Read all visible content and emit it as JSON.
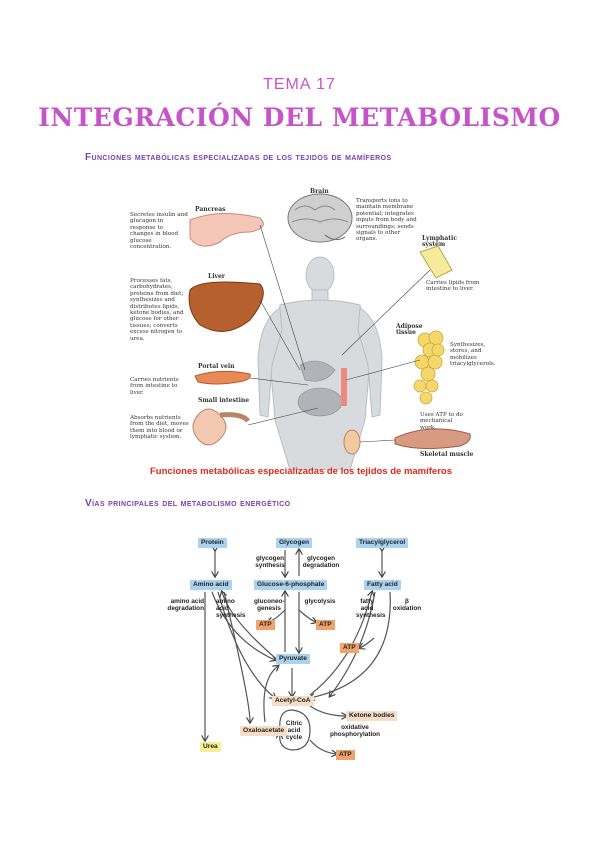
{
  "header": {
    "tema": "TEMA 17",
    "title": "INTEGRACIÓN DEL METABOLISMO"
  },
  "section1": {
    "heading": "Funciones metabólicas especializadas de los tejidos de mamíferos",
    "caption": "Funciones metabólicas especializadas de los tejidos de mamíferos",
    "organs": {
      "pancreas": {
        "name": "Pancreas",
        "text": "Secretes insulin and glucagon in response to changes in blood glucose concentration."
      },
      "liver": {
        "name": "Liver",
        "text": "Processes fats, carbohydrates, proteins from diet; synthesizes and distributes lipids, ketone bodies, and glucose for other tissues; converts excess nitrogen to urea."
      },
      "portal_vein": {
        "name": "Portal vein",
        "text": "Carries nutrients from intestine to liver."
      },
      "small_intestine": {
        "name": "Small intestine",
        "text": "Absorbs nutrients from the diet, moves them into blood or lymphatic system."
      },
      "brain": {
        "name": "Brain",
        "text": "Transports ions to maintain membrane potential; integrates inputs from body and surroundings; sends signals to other organs."
      },
      "lymphatic": {
        "name": "Lymphatic system",
        "text": "Carries lipids from intestine to liver."
      },
      "adipose": {
        "name": "Adipose tissue",
        "text": "Synthesizes, stores, and mobilizes triacylglycerols."
      },
      "muscle": {
        "name": "Skeletal muscle",
        "text": "Uses ATP to do mechanical work."
      }
    }
  },
  "section2": {
    "heading": "Vías principales del metabolismo energético",
    "diagram": {
      "protein": "Protein",
      "glycogen": "Glycogen",
      "triacylglycerol": "Triacylglycerol",
      "amino_acid": "Amino acid",
      "g6p": "Glucose-6-phosphate",
      "fatty_acid": "Fatty acid",
      "glycogen_synthesis": "glycogen synthesis",
      "glycogen_degradation": "glycogen degradation",
      "aa_degradation": "amino acid degradation",
      "aa_synthesis": "amino acid synthesis",
      "gluconeogenesis": "gluconeo- genesis",
      "glycolysis": "glycolysis",
      "fa_synthesis": "fatty acid synthesis",
      "beta_oxidation": "β oxidation",
      "atp": "ATP",
      "pyruvate": "Pyruvate",
      "acetyl_coa": "Acetyl-CoA",
      "ketone_bodies": "Ketone bodies",
      "oxaloacetate": "Oxaloacetate",
      "citric_acid_cycle": "Citric acid cycle",
      "oxidative_phosphorylation": "oxidative phosphorylation",
      "urea": "Urea"
    }
  },
  "colors": {
    "title": "#c653c9",
    "section_heading": "#7a3fb0",
    "caption": "#e0281c",
    "metabolite_blue": "#a9d3ee",
    "atp_orange": "#f0a36c",
    "acetyl_peach": "#f6ddc8",
    "urea_yellow": "#f6ef93"
  }
}
